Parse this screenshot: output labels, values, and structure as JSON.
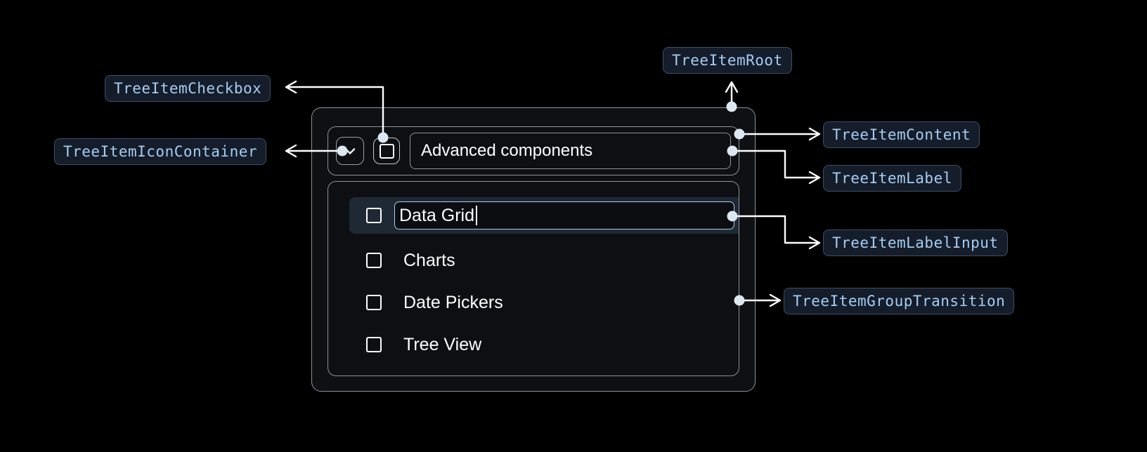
{
  "page": {
    "background": "#000000",
    "accent_blue": "#a5cdf2",
    "chip_bg": "#151d2b",
    "chip_border": "#3d4f66",
    "wire_color": "#ffffff",
    "dot_color": "#dce7f2"
  },
  "annotations": [
    {
      "id": "checkbox",
      "label": "TreeItemCheckbox"
    },
    {
      "id": "icon_container",
      "label": "TreeItemIconContainer"
    },
    {
      "id": "root",
      "label": "TreeItemRoot"
    },
    {
      "id": "content",
      "label": "TreeItemContent"
    },
    {
      "id": "tree_label",
      "label": "TreeItemLabel"
    },
    {
      "id": "label_input",
      "label": "TreeItemLabelInput"
    },
    {
      "id": "group_transition",
      "label": "TreeItemGroupTransition"
    }
  ],
  "tree": {
    "parent": {
      "label": "Advanced components",
      "expand_icon": "chevron-down-icon",
      "checkbox_state": "unchecked"
    },
    "children": [
      {
        "label": "Data Grid",
        "checkbox_state": "unchecked",
        "editing": true,
        "selected": true
      },
      {
        "label": "Charts",
        "checkbox_state": "unchecked",
        "editing": false,
        "selected": false
      },
      {
        "label": "Date Pickers",
        "checkbox_state": "unchecked",
        "editing": false,
        "selected": false
      },
      {
        "label": "Tree View",
        "checkbox_state": "unchecked",
        "editing": false,
        "selected": false
      }
    ],
    "editing_value": "Data Grid"
  }
}
